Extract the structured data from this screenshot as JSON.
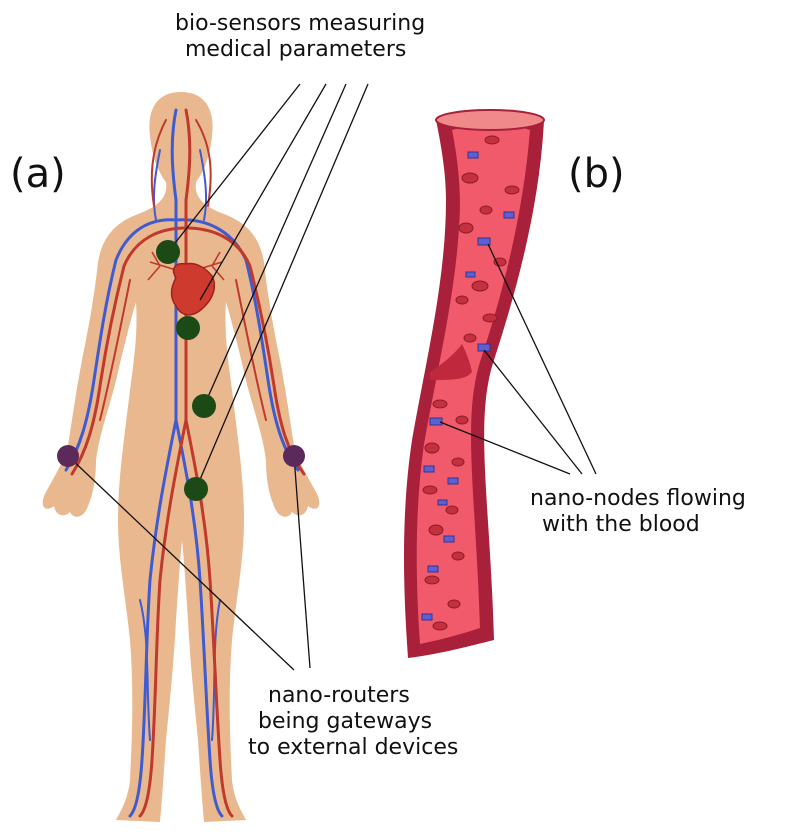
{
  "panels": {
    "a": "(a)",
    "b": "(b)"
  },
  "annotations": {
    "sensors": [
      "bio-sensors measuring",
      "medical parameters"
    ],
    "nodes": [
      "nano-nodes flowing",
      "with the blood"
    ],
    "routers": [
      "nano-routers",
      "being gateways",
      "to external devices"
    ]
  },
  "colors": {
    "skin": "#e9b88e",
    "artery": "#c0392b",
    "vein": "#3f5bd1",
    "heart": "#cf3a2e",
    "sensor": "#1c4a17",
    "router": "#5b2a5a",
    "vessel_wall": "#a8203a",
    "vessel_inner": "#f05a6a",
    "blood_cell": "#c5303f",
    "nano_node": "#5d5fd6"
  }
}
